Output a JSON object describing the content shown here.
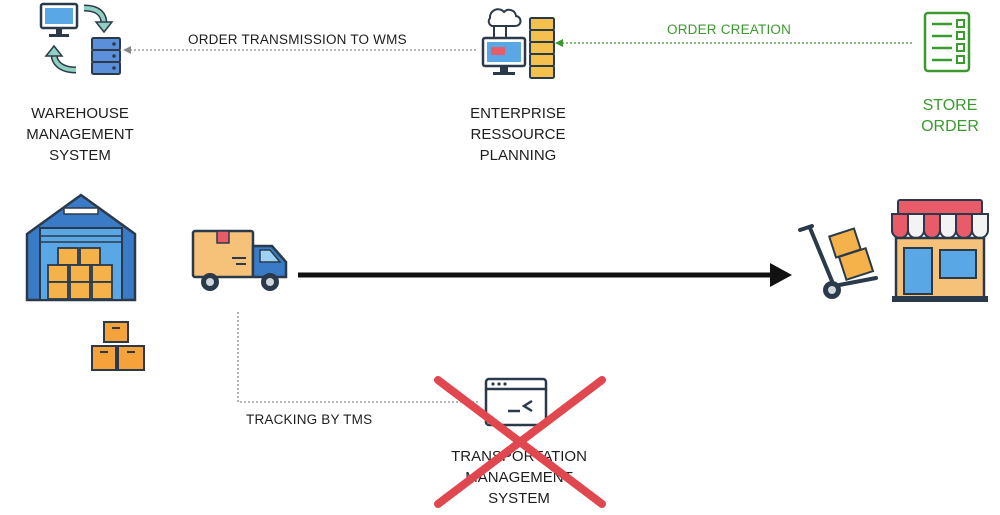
{
  "nodes": {
    "wms": [
      "WAREHOUSE",
      "MANAGEMENT",
      "SYSTEM"
    ],
    "erp": [
      "ENTERPRISE",
      "RESSOURCE",
      "PLANNING"
    ],
    "store_order": [
      "STORE",
      "ORDER"
    ],
    "tms": [
      "TRANSPORTATION",
      "MANAGEMENT",
      "SYSTEM"
    ]
  },
  "edges": {
    "order_transmission": "ORDER TRANSMISSION  TO WMS",
    "order_creation": "ORDER CREATION",
    "tracking": "TRACKING BY TMS"
  },
  "icons": [
    "wms-icon",
    "erp-icon",
    "store-order-icon",
    "warehouse-icon",
    "boxes-icon",
    "truck-icon",
    "hand-truck-icon",
    "store-icon",
    "tms-terminal-icon"
  ],
  "status": {
    "tms": "crossed-out"
  },
  "colors": {
    "accent_green": "#3a9a2e",
    "cross_red": "#e0474f",
    "text": "#1e1e1e"
  }
}
